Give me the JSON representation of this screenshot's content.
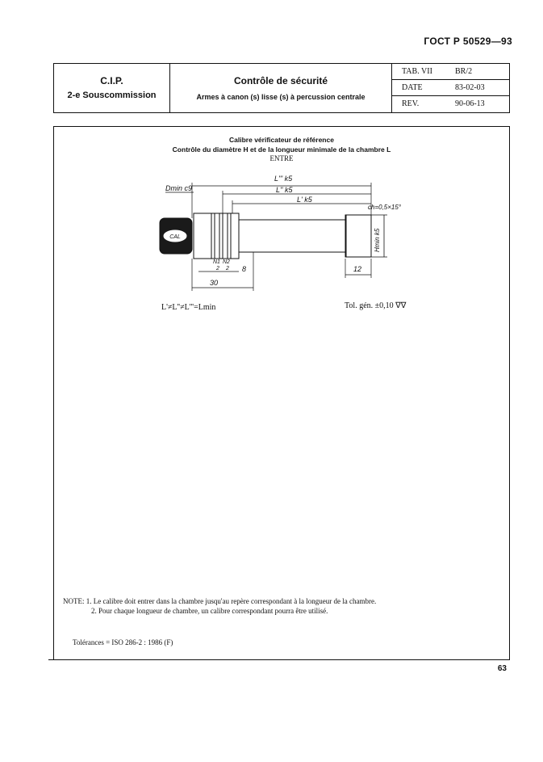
{
  "header": {
    "standard": "ГОСТ Р 50529—93",
    "org": "C.I.P.",
    "subcommission": "2-e Souscommission",
    "title": "Contrôle de sécurité",
    "subtitle": "Armes à canon (s) lisse (s) à percussion centrale",
    "tab_label": "TAB. VII",
    "tab_value": "BR/2",
    "date_label": "DATE",
    "date_value": "83-02-03",
    "rev_label": "REV.",
    "rev_value": "90-06-13"
  },
  "body": {
    "title1": "Calibre vérificateur de référence",
    "title2": "Contrôle du diamètre H et de la longueur minimale de la chambre L",
    "title3": "ENTRE",
    "formula": "L'≠L''≠L'''=Lmin",
    "tol_gen": "Tol. gén. ±0,10 ∇∇"
  },
  "drawing": {
    "dmin": "Dmin c9",
    "l3": "L''' k5",
    "l2": "L'' k5",
    "l1": "L' k5",
    "chamfer": "ch=0,5×15°",
    "hmin": "Hmin k5",
    "cal": "CAL",
    "n1": "N1",
    "n2": "N2",
    "dim12": "12",
    "dim30": "30",
    "dim8": "8",
    "dim2a": "2",
    "dim2b": "2"
  },
  "notes": {
    "n1": "NOTE: 1. Le calibre doit entrer dans la chambre jusqu'au repère correspondant à la longueur de la chambre.",
    "n2": "2. Pour chaque longueur de chambre, un calibre correspondant pourra être utilisé.",
    "tolerances": "Tolérances = ISO 286-2 : 1986 (F)"
  },
  "page_number": "63"
}
